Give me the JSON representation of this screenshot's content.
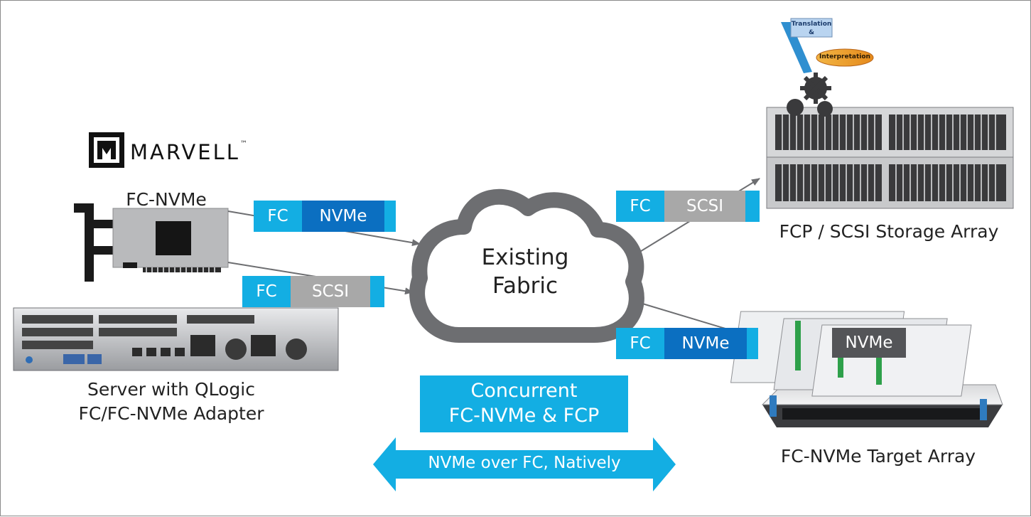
{
  "logo": {
    "text": "MARVELL",
    "tm": "™"
  },
  "adapter": {
    "label": "FC-NVMe"
  },
  "server": {
    "caption_line1": "Server with QLogic",
    "caption_line2": "FC/FC-NVMe Adapter"
  },
  "cloud": {
    "line1": "Existing",
    "line2": "Fabric"
  },
  "packets": {
    "host_nvme": {
      "left": "FC",
      "right": "NVMe"
    },
    "host_scsi": {
      "left": "FC",
      "right": "SCSI"
    },
    "target_scsi": {
      "left": "FC",
      "right": "SCSI"
    },
    "target_nvme": {
      "left": "FC",
      "right": "NVMe"
    }
  },
  "storage_scsi": {
    "caption": "FCP / SCSI Storage Array",
    "bubble_line1": "Translation",
    "bubble_line2": "&",
    "bubble_line3": "Interpretation"
  },
  "storage_nvme": {
    "caption": "FC-NVMe Target Array",
    "tag": "NVMe"
  },
  "concurrent": {
    "line1": "Concurrent",
    "line2": "FC-NVMe & FCP"
  },
  "native_arrow": {
    "text": "NVMe over FC, Natively"
  },
  "colors": {
    "cyan": "#13aee3",
    "navy": "#0b6fc1",
    "gray": "#a8a8a8",
    "cloud_stroke": "#6d6e71"
  }
}
